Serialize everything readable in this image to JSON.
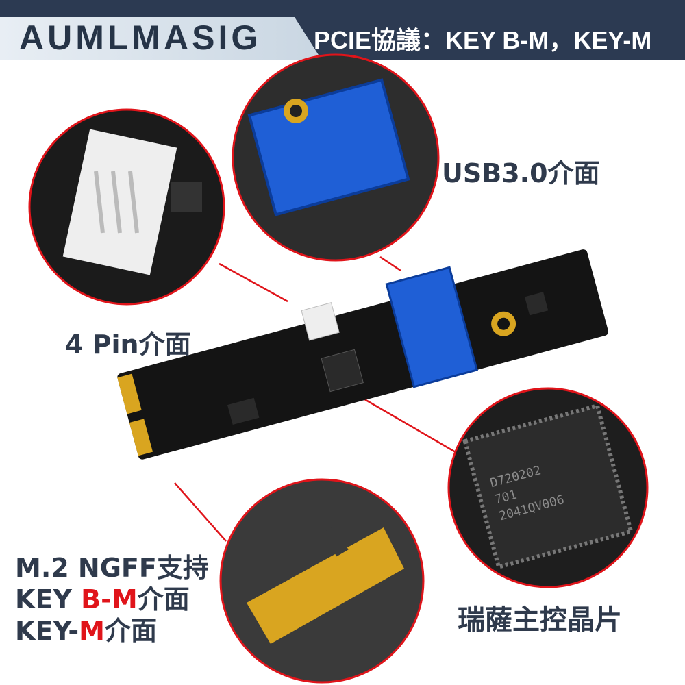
{
  "banner": {
    "brand": "AUMLMASIG",
    "protocol": "PCIE協議：KEY B-M，KEY-M"
  },
  "labels": {
    "usb": "USB3.0介面",
    "pin": "4 Pin介面",
    "chip": "瑞薩主控晶片",
    "m2_line1": "M.2 NGFF支持",
    "m2_line2_a": "KEY ",
    "m2_line2_b": "B-M",
    "m2_line2_c": "介面",
    "m2_line3_a": "KEY-",
    "m2_line3_b": "M",
    "m2_line3_c": "介面"
  },
  "chip_marking": [
    "D720202",
    "701",
    "2041QV006"
  ],
  "colors": {
    "banner": "#2c3a52",
    "accent_red": "#e0141a",
    "pcb": "#111111",
    "usb_header": "#1f5fd6",
    "gold": "#d9a520"
  }
}
